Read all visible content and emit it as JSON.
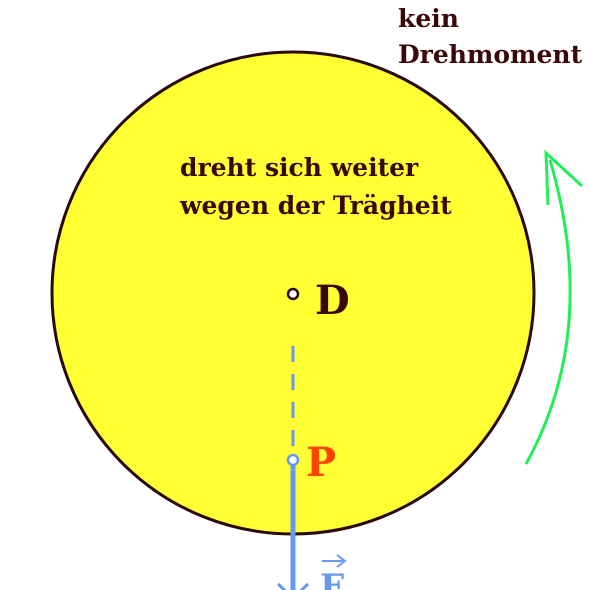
{
  "labels": {
    "torque_line1": "kein",
    "torque_line2": "Drehmoment",
    "inertia_line1": "dreht sich weiter",
    "inertia_line2": "wegen der Trägheit",
    "pivot": "D",
    "point": "P",
    "force": "F"
  },
  "colors": {
    "disk_fill": "#ffff33",
    "disk_stroke": "#2a0a0a",
    "text": "#3a0808",
    "point_label": "#ff4400",
    "force": "#6699ee",
    "rotation_arrow": "#22ee55"
  }
}
